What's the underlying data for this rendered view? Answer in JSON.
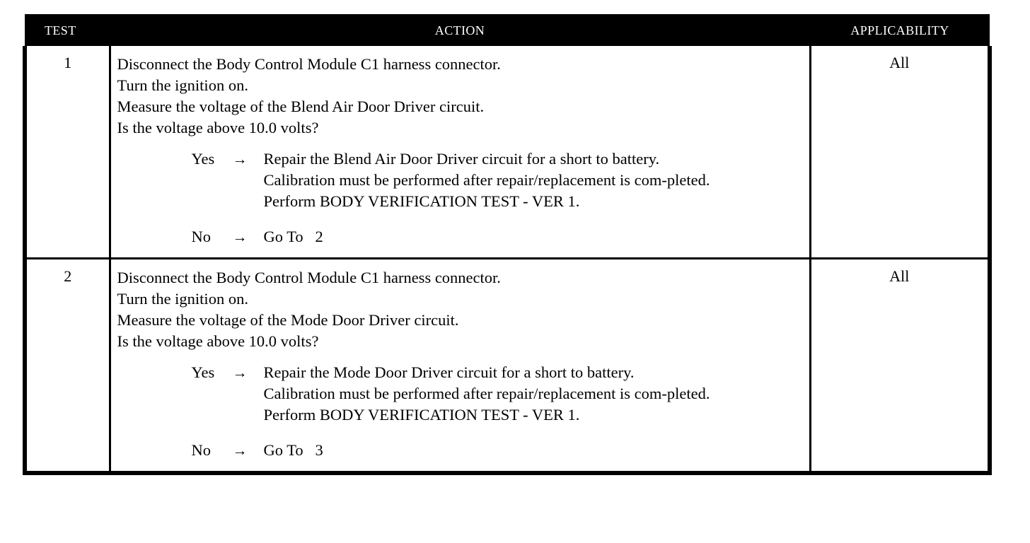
{
  "document": {
    "type": "diagnostic-test-table",
    "columns": [
      {
        "key": "test",
        "header": "TEST"
      },
      {
        "key": "action",
        "header": "ACTION"
      },
      {
        "key": "applicability",
        "header": "APPLICABILITY"
      }
    ]
  },
  "header": {
    "test": "TEST",
    "action": "ACTION",
    "applicability": "APPLICABILITY"
  },
  "rows": [
    {
      "test": "1",
      "applicability": "All",
      "steps": [
        "Disconnect the Body Control Module C1 harness connector.",
        "Turn the ignition on.",
        "Measure the voltage of the Blend Air Door Driver circuit.",
        "Is the voltage above 10.0 volts?"
      ],
      "branches": [
        {
          "label": "Yes",
          "arrow": "→",
          "lines": [
            "Repair the Blend Air Door Driver circuit for a short to battery.",
            "Calibration must be performed after repair/replacement is com-pleted.",
            "Perform BODY VERIFICATION TEST - VER 1."
          ]
        },
        {
          "label": "No",
          "arrow": "→",
          "lines": [
            "Go To   2"
          ]
        }
      ]
    },
    {
      "test": "2",
      "applicability": "All",
      "steps": [
        "Disconnect the Body Control Module C1 harness connector.",
        "Turn the ignition on.",
        "Measure the voltage of the Mode Door Driver circuit.",
        "Is the voltage above 10.0 volts?"
      ],
      "branches": [
        {
          "label": "Yes",
          "arrow": "→",
          "lines": [
            "Repair the Mode Door Driver circuit for a short to battery.",
            "Calibration must be performed after repair/replacement is com-pleted.",
            "Perform BODY VERIFICATION TEST - VER 1."
          ]
        },
        {
          "label": "No",
          "arrow": "→",
          "lines": [
            "Go To   3"
          ]
        }
      ]
    }
  ],
  "colors": {
    "header_background": "#000000",
    "header_text": "#ffffff",
    "body_background": "#ffffff",
    "body_text": "#000000",
    "border": "#000000"
  }
}
